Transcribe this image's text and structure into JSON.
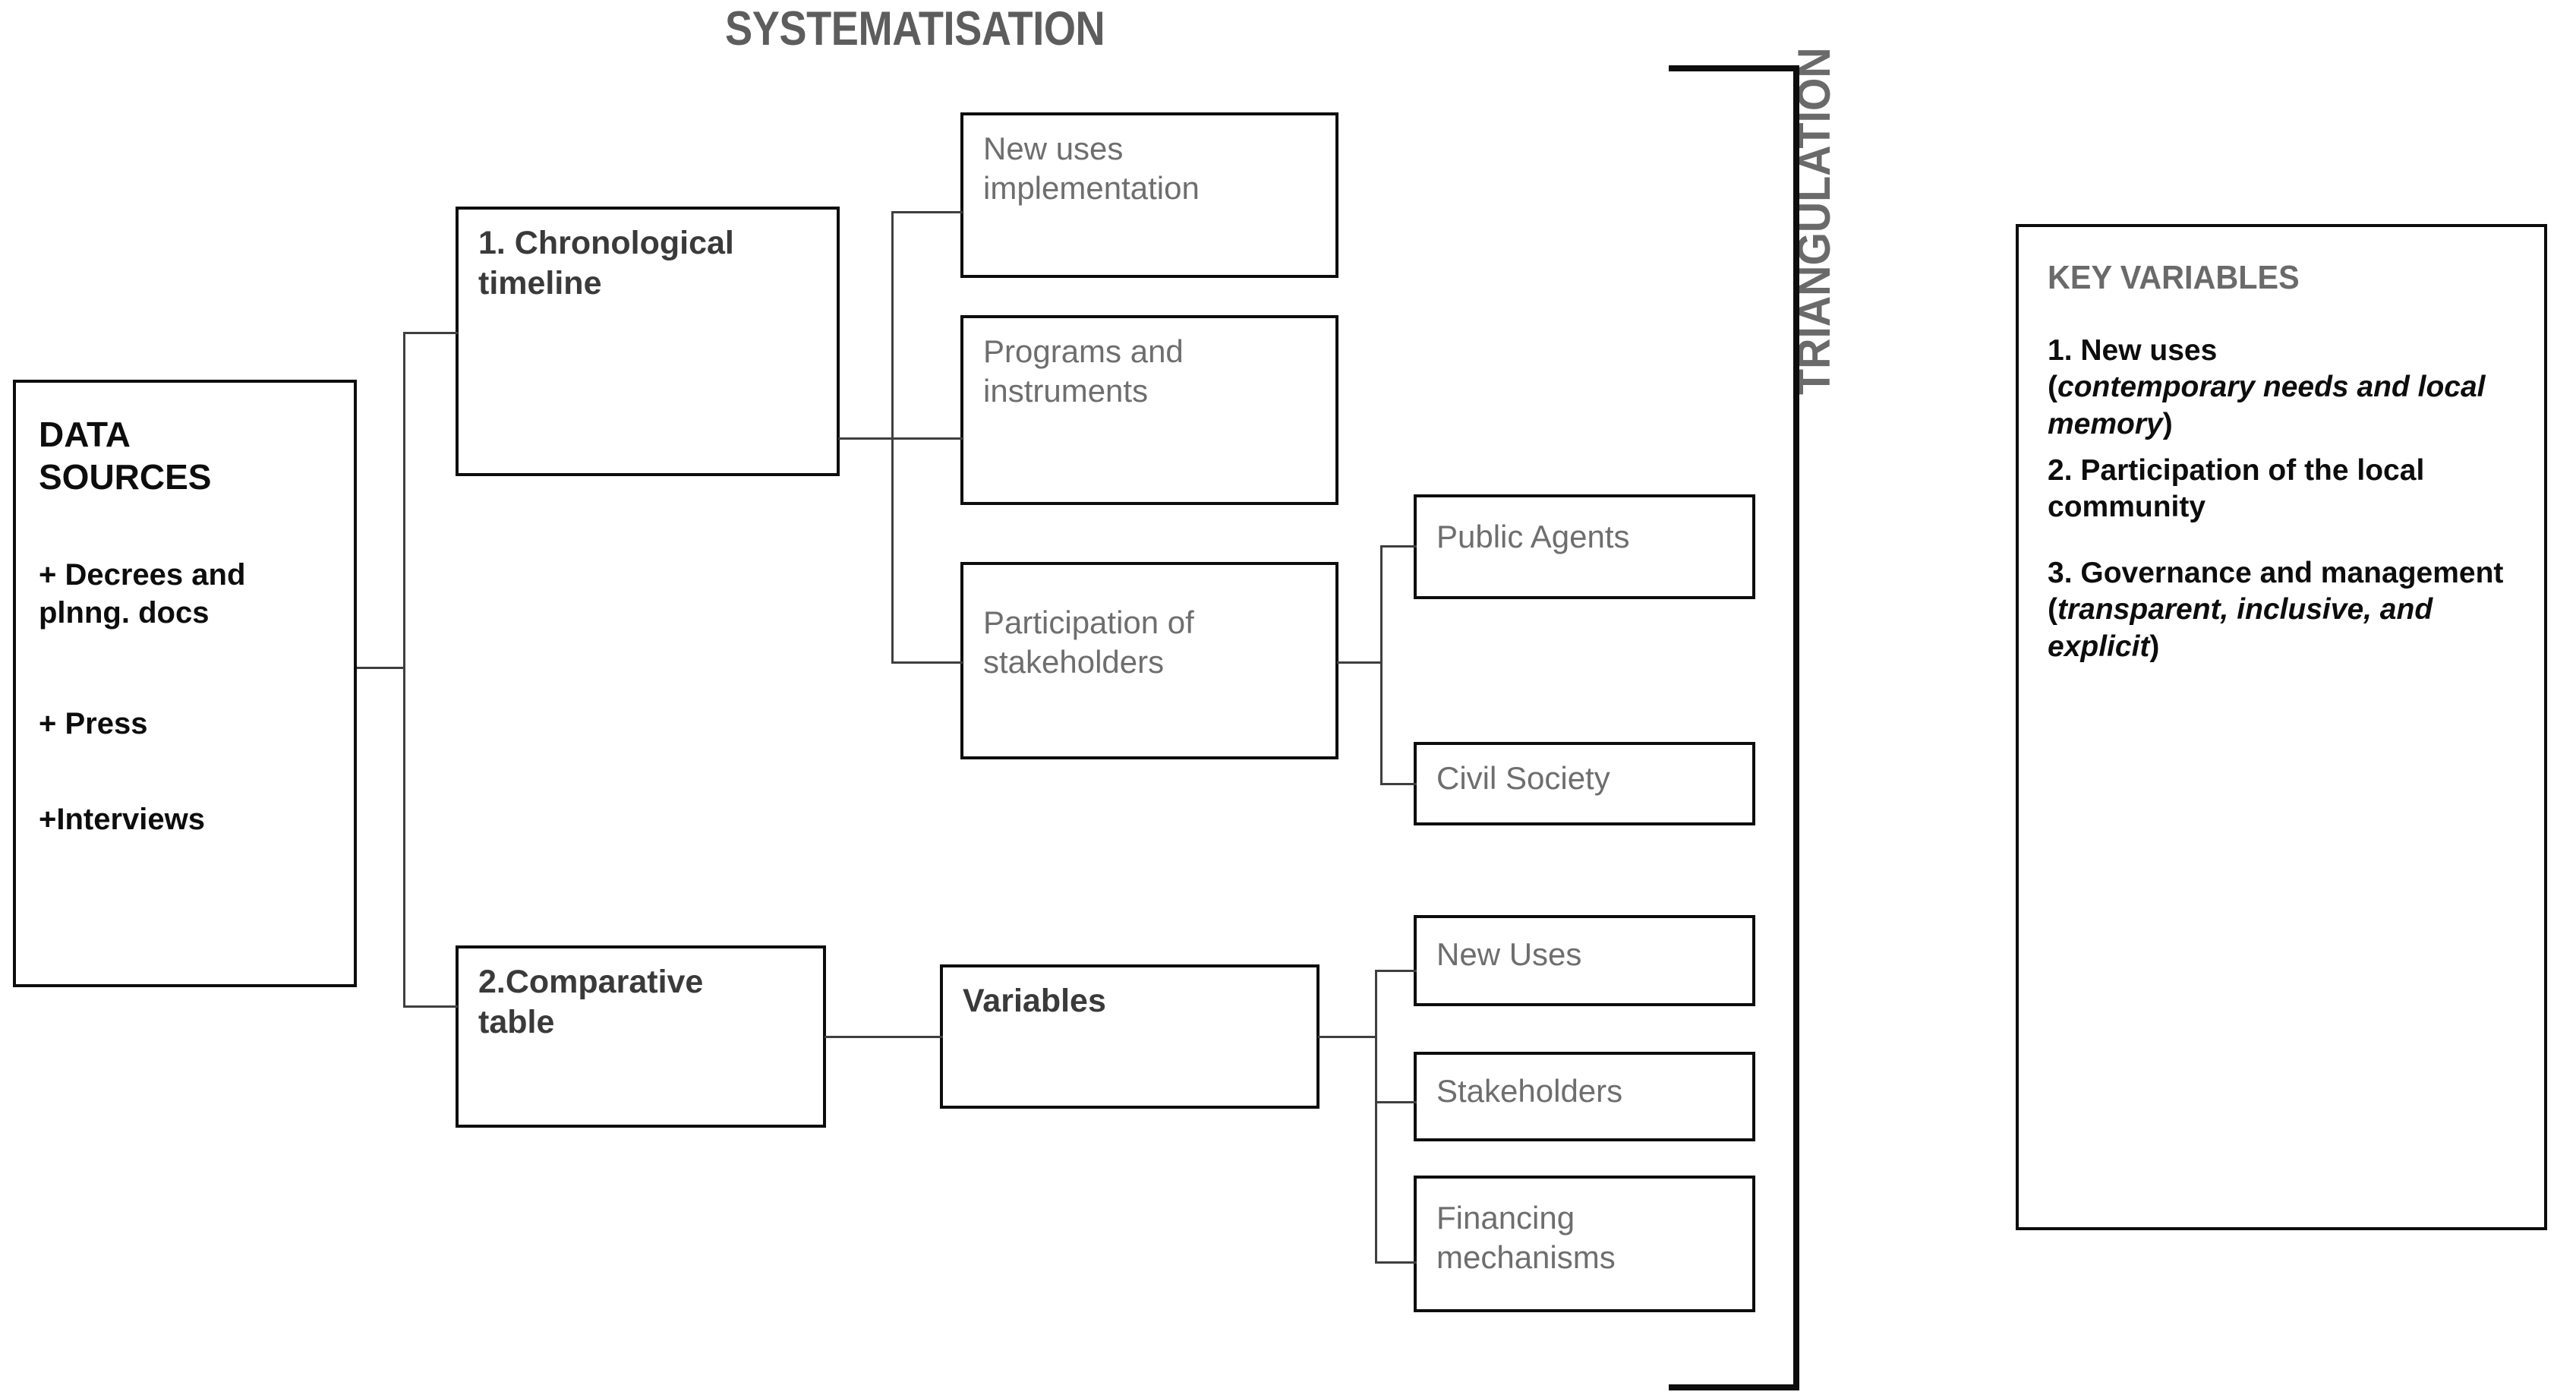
{
  "headings": {
    "systematisation": "SYSTEMATISATION",
    "triangulation": "TRIANGULATION"
  },
  "data_sources": {
    "title": "DATA\nSOURCES",
    "items": [
      "+ Decrees and\nplnng. docs",
      "+ Press",
      "+Interviews"
    ]
  },
  "methods": [
    {
      "label": "1. Chronological\ntimeline"
    },
    {
      "label": "2.Comparative\ntable"
    }
  ],
  "level2": [
    {
      "label": "New uses\nimplementation"
    },
    {
      "label": "Programs and\ninstruments"
    },
    {
      "label": "Participation of\nstakeholders"
    },
    {
      "label": "Variables"
    }
  ],
  "level3": [
    {
      "label": "Public Agents"
    },
    {
      "label": "Civil Society"
    },
    {
      "label": "New Uses"
    },
    {
      "label": "Stakeholders"
    },
    {
      "label": "Financing\nmechanisms"
    }
  ],
  "key_variables": {
    "title": "KEY VARIABLES",
    "items": [
      {
        "number": "1. ",
        "main": "New uses",
        "paren_open": "(",
        "italic": "contemporary needs and local memory",
        "paren_close": ")"
      },
      {
        "number": "2. ",
        "main": "Participation of the local community",
        "paren_open": "",
        "italic": "",
        "paren_close": ""
      },
      {
        "number": "3. ",
        "main": "Governance and management ",
        "paren_open": "(",
        "italic": "transparent, inclusive, and explicit",
        "paren_close": ")"
      }
    ]
  },
  "colors": {
    "box_border": "#0d0d0d",
    "connector": "#3f3f3f",
    "heading_gray": "#5d5d5d",
    "body_gray": "#6e6e6e",
    "body_black": "#0d0d0d",
    "background": "#ffffff"
  }
}
